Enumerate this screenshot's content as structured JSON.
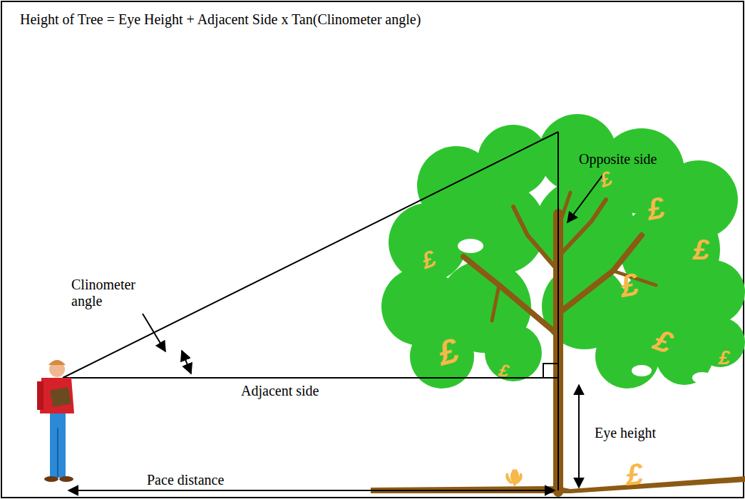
{
  "diagram": {
    "title": "Height of Tree = Eye Height + Adjacent Side x Tan(Clinometer angle)",
    "labels": [
      "Opposite side",
      "Clinometer angle",
      "Adjacent side",
      "Eye height",
      "Pace distance",
      "£",
      "£",
      "£",
      "£",
      "£",
      "£",
      "£",
      "£",
      "£",
      "£"
    ]
  }
}
